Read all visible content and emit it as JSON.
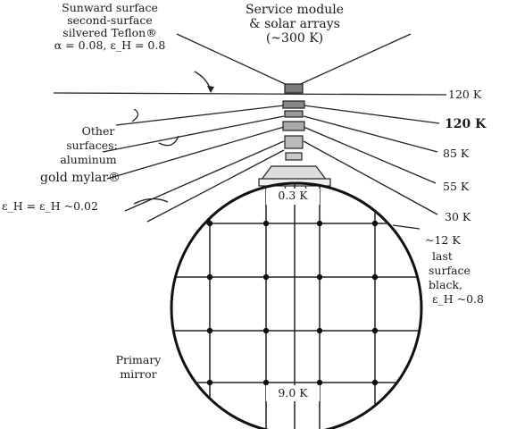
{
  "labels": {
    "sunward_line1": "Sunward surface",
    "sunward_line2": "second-surface",
    "sunward_line3": "silvered Teflon®",
    "sunward_line4": "α = 0.08, ε_H = 0.8",
    "service_line1": "Service module",
    "service_line2": "& solar arrays",
    "service_line3": "(~300 K)",
    "other_line1": "Other",
    "other_line2": "surfaces:",
    "other_line3": "aluminum",
    "other_line4": "gold mylar®",
    "other_line5": "ε_H = ε_H ~0.02",
    "inner_top": "0.3 K",
    "inner_bottom": "9.0 K",
    "primary_line1": "Primary",
    "primary_line2": "mirror",
    "cold_line1": "~12 K",
    "cold_line2": "last",
    "cold_line3": "surface",
    "cold_line4": "black,",
    "cold_line5": "ε_H ~0.8"
  },
  "temperatures": [
    "120 K",
    "120 K",
    "85 K",
    "55 K",
    "30 K"
  ]
}
